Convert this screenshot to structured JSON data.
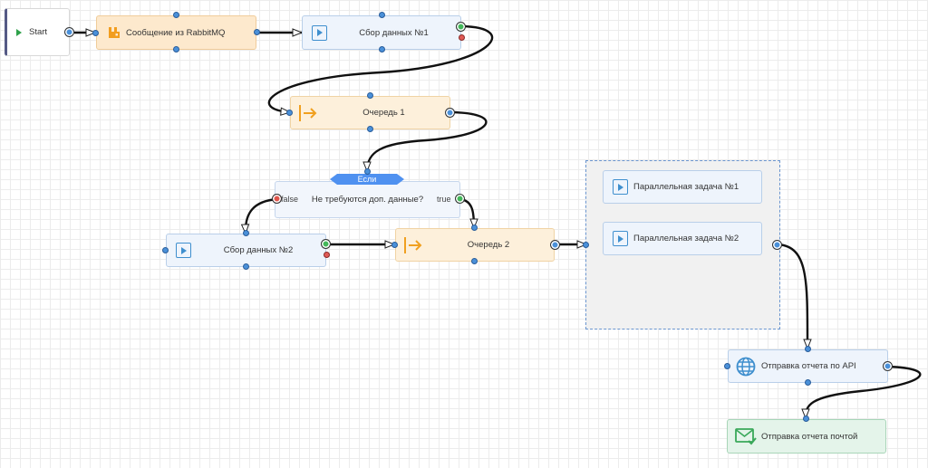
{
  "nodes": {
    "start": "Start",
    "rabbit": "Сообщение из RabbitMQ",
    "collect1": "Сбор данных №1",
    "queue1": "Очередь 1",
    "condition_tag": "Если",
    "condition": "Не требуются доп. данные?",
    "branch_false": "false",
    "branch_true": "true",
    "collect2": "Сбор данных №2",
    "queue2": "Очередь 2",
    "parallel1": "Параллельная задача №1",
    "parallel2": "Параллельная задача №2",
    "api": "Отправка отчета по API",
    "mail": "Отправка отчета почтой"
  },
  "colors": {
    "task_bg": "#eef4fc",
    "queue_bg": "#fdf0db",
    "mail_bg": "#e4f4ea",
    "port_blue": "#4a90d9",
    "port_green": "#43b85a",
    "port_red": "#e0554c",
    "condition_tag": "#4f91f0"
  },
  "icons": {
    "start": "play-icon",
    "rabbit": "rabbitmq-icon",
    "task": "play-square-icon",
    "queue": "enter-queue-icon",
    "api": "globe-icon",
    "mail": "mail-check-icon"
  }
}
